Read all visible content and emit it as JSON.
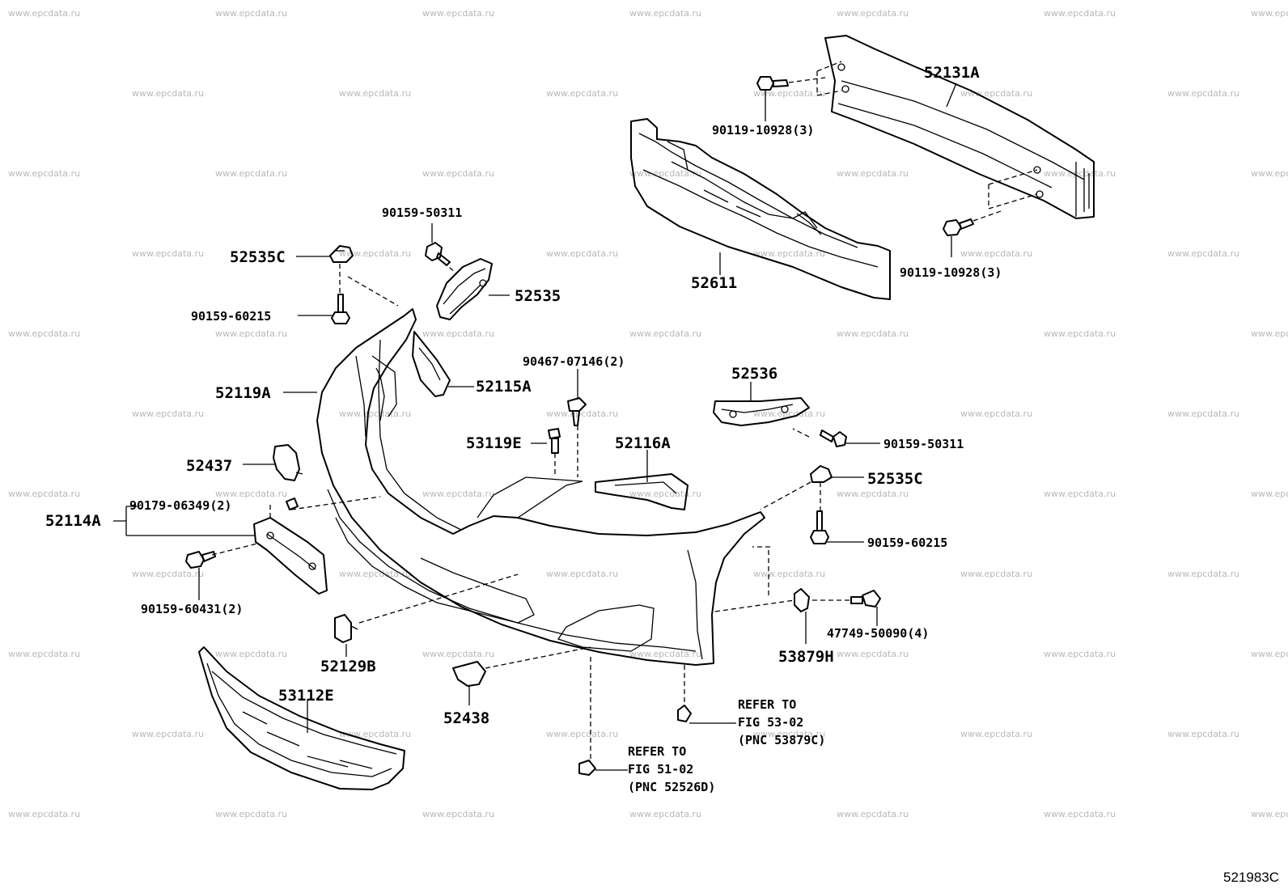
{
  "watermark": "www.epcdata.ru",
  "figure_code": "521983C",
  "parts": {
    "p52131A": "52131A",
    "p90119_10928_top": "90119-10928(3)",
    "p90119_10928_bottom": "90119-10928(3)",
    "p52611": "52611",
    "p90159_50311_top": "90159-50311",
    "p52535C_left": "52535C",
    "p52535": "52535",
    "p90159_60215_left": "90159-60215",
    "p52119A": "52119A",
    "p52115A": "52115A",
    "p90467_07146": "90467-07146(2)",
    "p52536": "52536",
    "p53119E": "53119E",
    "p52116A": "52116A",
    "p90159_50311_right": "90159-50311",
    "p52437": "52437",
    "p52535C_right": "52535C",
    "p90179_06349": "90179-06349(2)",
    "p52114A": "52114A",
    "p90159_60215_right": "90159-60215",
    "p90159_60431": "90159-60431(2)",
    "p47749_50090": "47749-50090(4)",
    "p53879H": "53879H",
    "p52129B": "52129B",
    "p53112E": "53112E",
    "p52438": "52438"
  },
  "references": {
    "ref_53": {
      "line1": "REFER TO",
      "line2": "FIG 53-02",
      "line3": "(PNC 53879C)"
    },
    "ref_51": {
      "line1": "REFER TO",
      "line2": "FIG 51-02",
      "line3": "(PNC 52526D)"
    }
  }
}
